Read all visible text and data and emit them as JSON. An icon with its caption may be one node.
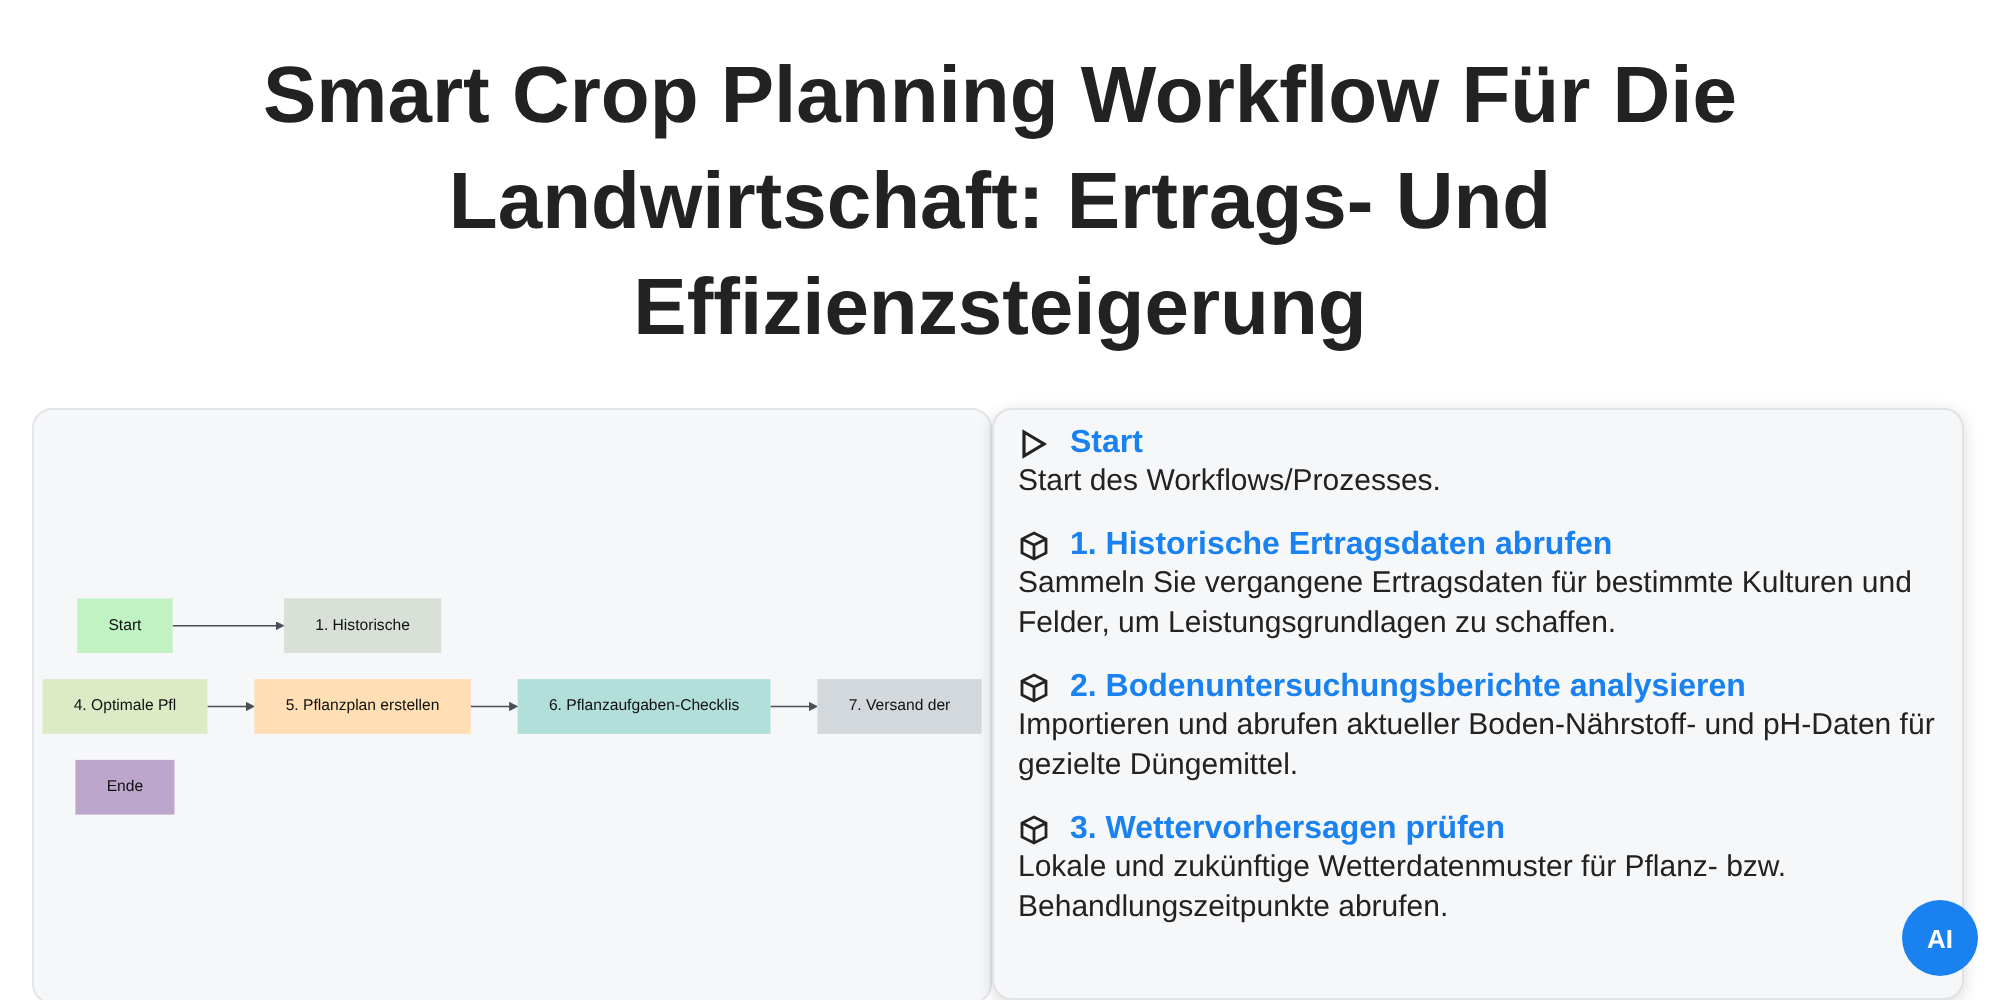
{
  "diagram": {
    "title": "Smart Crop Planning Workflow Für Die Landwirtschaft: Ertrags- Und Effizienzsteigerung",
    "nodes": [
      {
        "text": [
          "Start"
        ]
      },
      {
        "text": [
          "1. Historische"
        ]
      },
      {
        "text": [
          "5. Pflanzplan erstellen"
        ]
      },
      {
        "text": [
          "4. Optimale Pfl"
        ]
      },
      {
        "text": [
          "6. Pflanzaufgaben-Checklis"
        ]
      },
      {
        "text": [
          "7. Versand der"
        ]
      },
      {
        "text": [
          "Ende"
        ]
      }
    ],
    "edges": [
      {
        "from": 0,
        "to": 1,
        "arrow": "to"
      },
      {
        "from": 3,
        "to": 2,
        "arrow": "to"
      },
      {
        "from": 2,
        "to": 4,
        "arrow": "to"
      },
      {
        "from": 4,
        "to": 5,
        "arrow": "to"
      }
    ],
    "labels": [
      "Start",
      "Start des Workflows/Prozesses.",
      "1. Historische Ertragsdaten abrufen",
      "Sammeln Sie vergangene Ertragsdaten für bestimmte Kulturen und Felder, um Leistungsgrundlagen zu schaffen.",
      "2. Bodenuntersuchungsberichte analysieren",
      "Importieren und abrufen aktueller Boden-Nährstoff- und pH-Daten für gezielte Düngemittel.",
      "3. Wettervorhersagen prüfen",
      "Lokale und zukünftige Wetterdatenmuster für Pflanz- bzw. Behandlungszeitpunkte abrufen.",
      "AI"
    ]
  }
}
